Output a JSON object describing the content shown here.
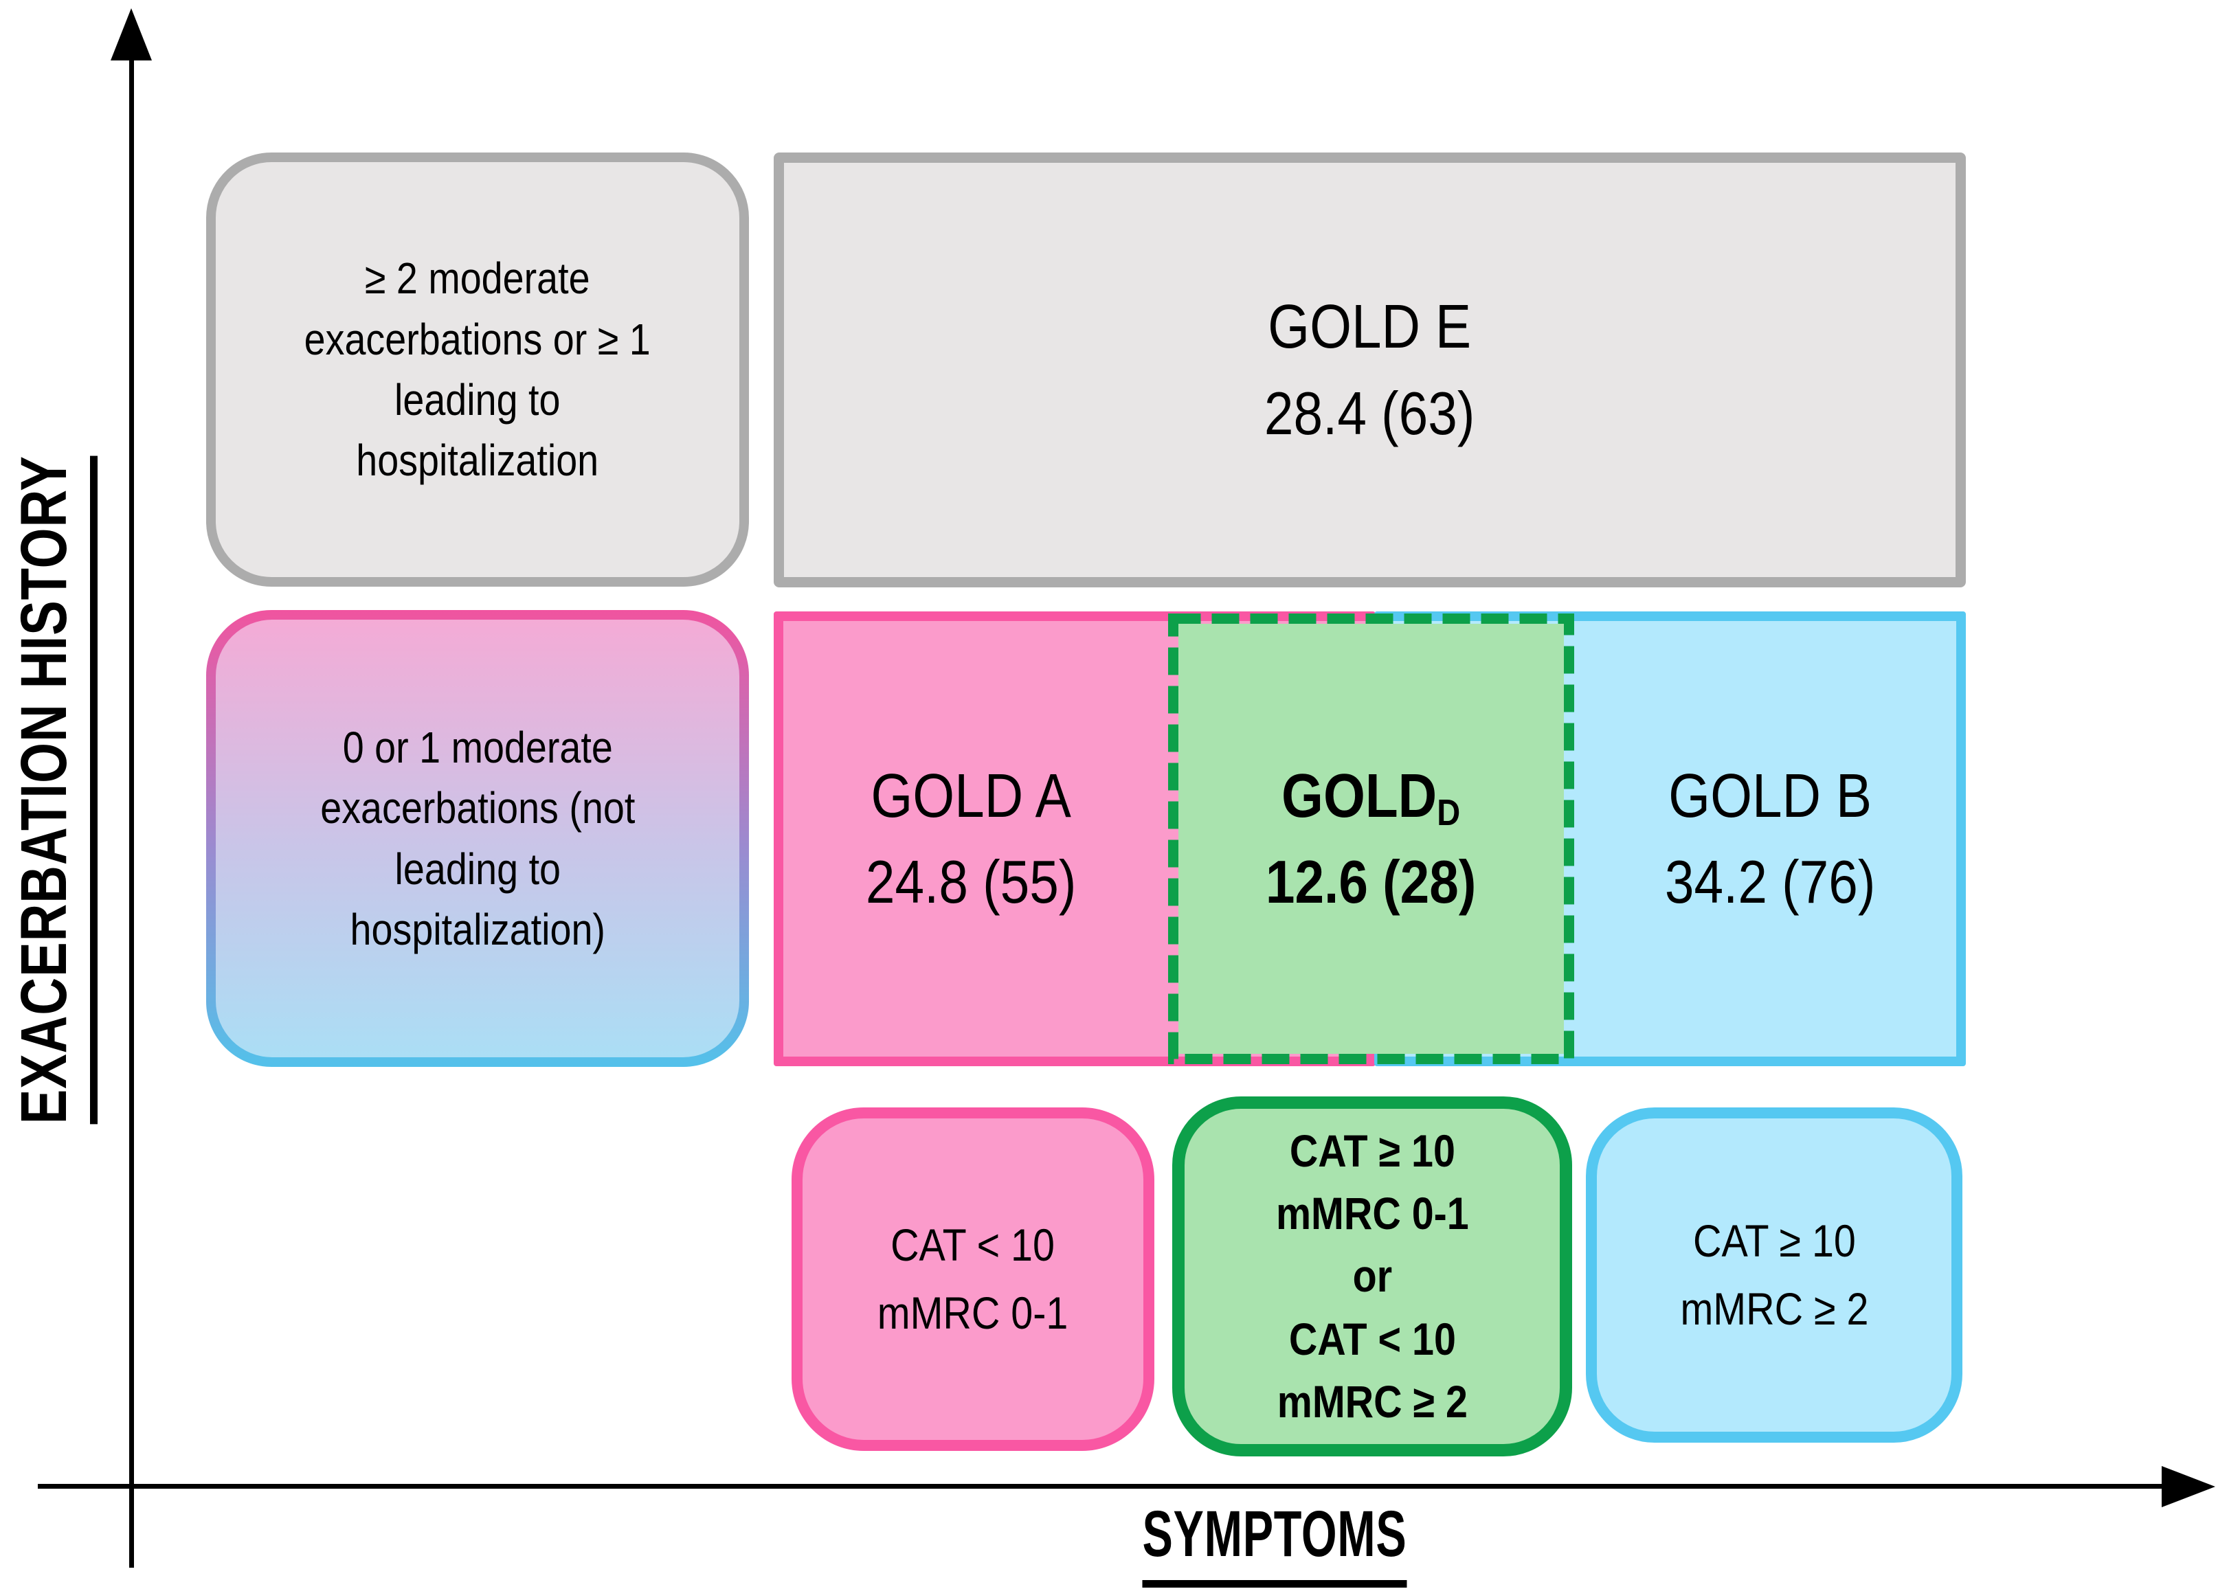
{
  "diagram": {
    "y_axis_label": "EXACERBATION HISTORY",
    "x_axis_label": "SYMPTOMS",
    "colors": {
      "pink_fill": "#FB9BCB",
      "pink_border": "#F957A3",
      "green_fill": "#A9E3AE",
      "green_border": "#0DA04A",
      "blue_fill": "#B3E9FD",
      "blue_border": "#55C8F1",
      "gray_fill": "#E8E6E6",
      "gray_border": "#ACACAC",
      "gradient_fill_top": "#F4ABD6",
      "gradient_fill_bottom": "#ABDEF5"
    },
    "row1": {
      "exacerbation_high": {
        "lines": [
          "≥ 2 moderate",
          "exacerbations or ≥ 1",
          "leading to",
          "hospitalization"
        ]
      },
      "gold_e": {
        "title": "GOLD E",
        "value": "28.4 (63)"
      }
    },
    "row2": {
      "exacerbation_low": {
        "lines": [
          "0 or 1 moderate",
          "exacerbations (not",
          "leading to",
          "hospitalization)"
        ]
      },
      "gold_a": {
        "title": "GOLD A",
        "value": "24.8 (55)"
      },
      "gold_d": {
        "title": "GOLD",
        "subscript": "D",
        "value": "12.6 (28)"
      },
      "gold_b": {
        "title": "GOLD B",
        "value": "34.2 (76)"
      }
    },
    "row3": {
      "symptoms_low": {
        "lines": [
          "CAT < 10",
          "mMRC 0-1"
        ]
      },
      "symptoms_mixed": {
        "lines": [
          "CAT ≥ 10",
          "mMRC 0-1",
          "or",
          "CAT < 10",
          "mMRC ≥ 2"
        ]
      },
      "symptoms_high": {
        "lines": [
          "CAT ≥ 10",
          "mMRC ≥ 2"
        ]
      }
    }
  }
}
